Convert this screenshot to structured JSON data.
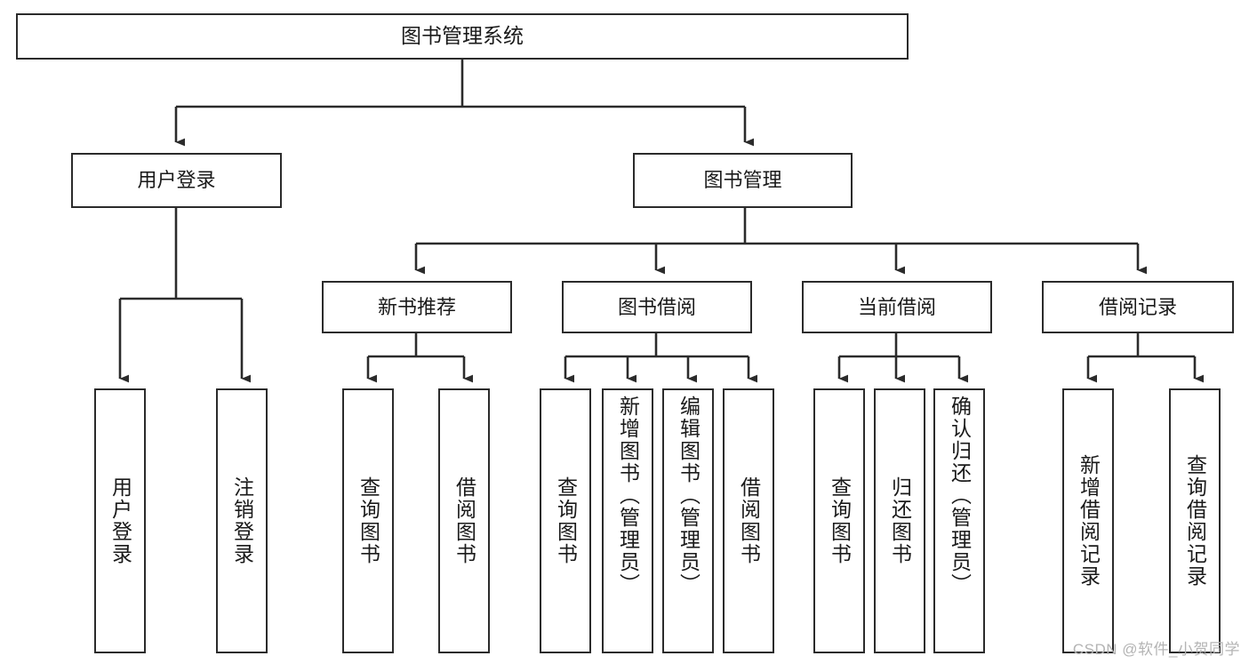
{
  "diagram": {
    "title": "图书管理系统",
    "type": "hierarchy-tree",
    "watermark": "CSDN @软件_小贺同学",
    "colors": {
      "stroke": "#2b2b2b",
      "fill": "#ffffff",
      "text": "#1a1a1a",
      "watermark": "#b4b4b4"
    },
    "nodes": {
      "root": {
        "label": "图书管理系统"
      },
      "level2": [
        {
          "id": "user-login",
          "label": "用户登录"
        },
        {
          "id": "book-management",
          "label": "图书管理"
        }
      ],
      "level3": [
        {
          "id": "new-book-recommend",
          "label": "新书推荐"
        },
        {
          "id": "book-borrow",
          "label": "图书借阅"
        },
        {
          "id": "current-borrow",
          "label": "当前借阅"
        },
        {
          "id": "borrow-record",
          "label": "借阅记录"
        }
      ],
      "leaves": {
        "user_login": [
          {
            "id": "leaf-user-login",
            "label": "用户登录"
          },
          {
            "id": "leaf-logout",
            "label": "注销登录"
          }
        ],
        "new_book_recommend": [
          {
            "id": "leaf-query-book-1",
            "label": "查询图书"
          },
          {
            "id": "leaf-borrow-book-1",
            "label": "借阅图书"
          }
        ],
        "book_borrow": [
          {
            "id": "leaf-query-book-2",
            "label": "查询图书"
          },
          {
            "id": "leaf-add-book",
            "label": "新增图书（管理员）"
          },
          {
            "id": "leaf-edit-book",
            "label": "编辑图书（管理员）"
          },
          {
            "id": "leaf-borrow-book-2",
            "label": "借阅图书"
          }
        ],
        "current_borrow": [
          {
            "id": "leaf-query-book-3",
            "label": "查询图书"
          },
          {
            "id": "leaf-return-book",
            "label": "归还图书"
          },
          {
            "id": "leaf-confirm-return",
            "label": "确认归还（管理员）"
          }
        ],
        "borrow_record": [
          {
            "id": "leaf-add-record",
            "label": "新增借阅记录"
          },
          {
            "id": "leaf-query-record",
            "label": "查询借阅记录"
          }
        ]
      }
    }
  }
}
